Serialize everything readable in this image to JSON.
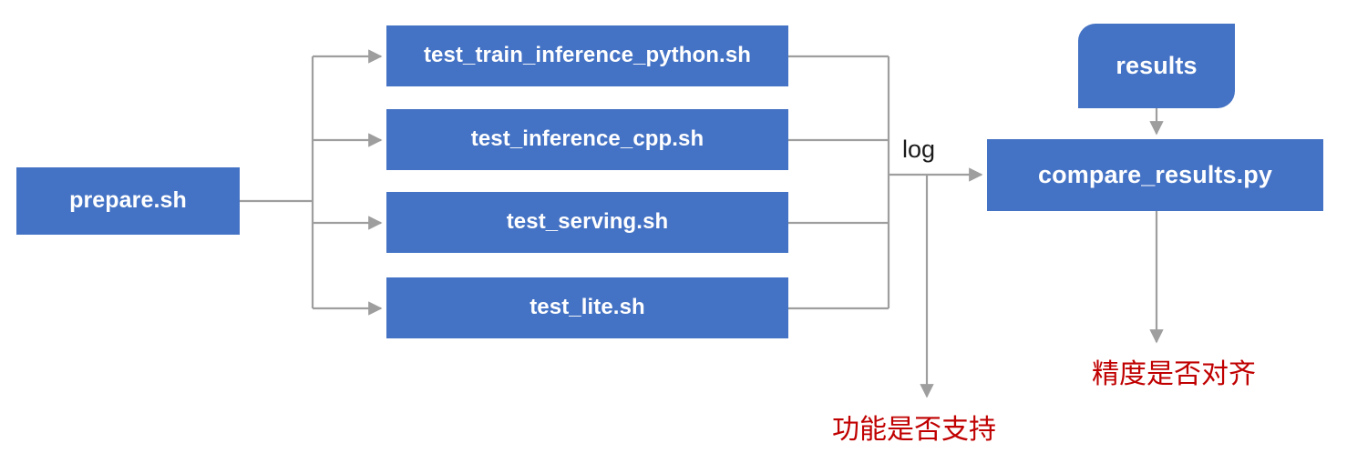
{
  "diagram": {
    "title": "Test flow: prepare.sh to compare_results.py",
    "colors": {
      "node_fill": "#4472C4",
      "node_text": "#FFFFFF",
      "wire": "#9E9E9E",
      "note_text": "#C00000",
      "label_text": "#1A1A1A",
      "background": "#FFFFFF"
    },
    "nodes": {
      "prepare": "prepare.sh",
      "test_train_inference_python": "test_train_inference_python.sh",
      "test_inference_cpp": "test_inference_cpp.sh",
      "test_serving": "test_serving.sh",
      "test_lite": "test_lite.sh",
      "results": "results",
      "compare_results": "compare_results.py"
    },
    "edge_labels": {
      "log": "log"
    },
    "notes": {
      "function_supported": "功能是否支持",
      "precision_aligned": "精度是否对齐"
    }
  }
}
